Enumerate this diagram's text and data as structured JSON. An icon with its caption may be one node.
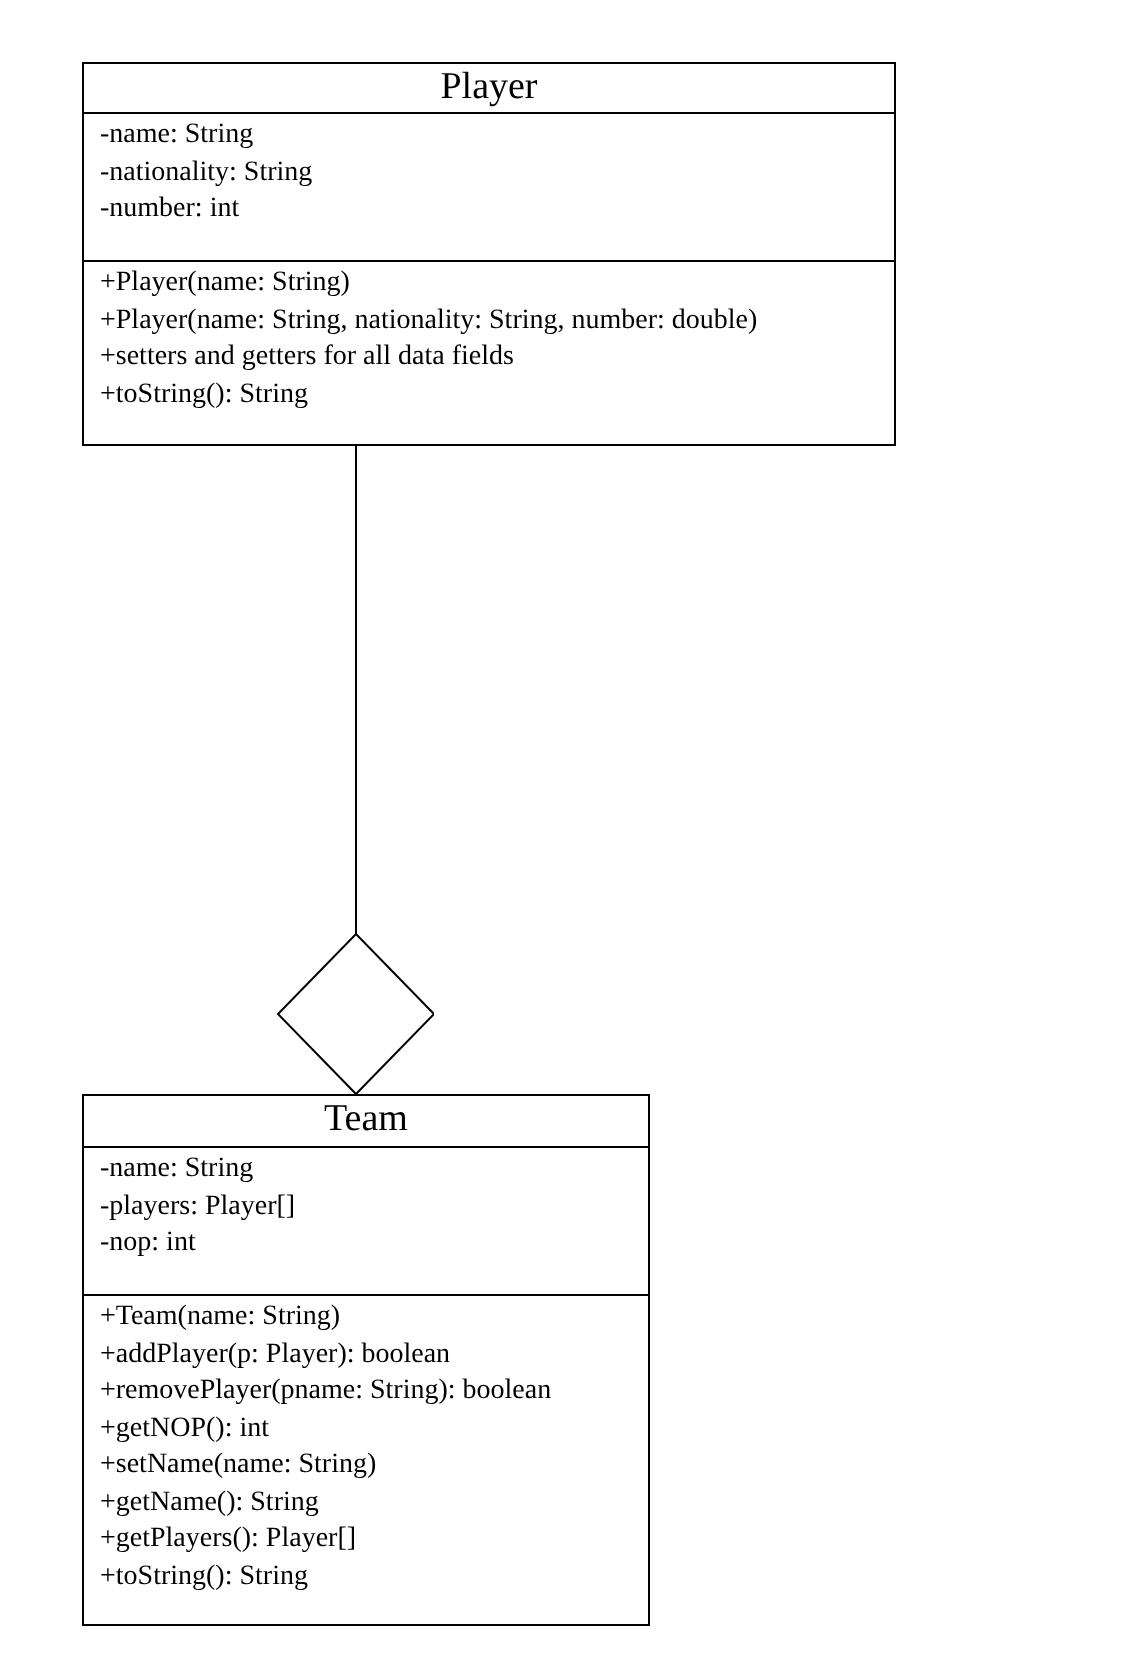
{
  "diagram": {
    "nodes": [
      {
        "text": [
          "Player"
        ]
      },
      {
        "text": [
          "-name: String",
          "-nationality: String",
          "-number: int"
        ],
        "in": 0
      },
      {
        "text": [
          "+Player(name: String)",
          "+Player(name: String, nationality: String, number: double)",
          "+setters and getters for all data fields",
          "+toString(): String"
        ],
        "in": 0
      },
      {
        "text": [
          "Team"
        ]
      },
      {
        "text": [
          "-name: String",
          "-players: Player[]",
          "-nop: int"
        ],
        "in": 3
      },
      {
        "text": [
          "+Team(name: String)",
          "+addPlayer(p: Player): boolean",
          "+removePlayer(pname: String): boolean",
          "+getNOP(): int",
          "+setName(name: String)",
          "+getName(): String",
          "+getPlayers(): Player[]",
          "+toString(): String"
        ],
        "in": 3
      }
    ],
    "edges": [
      {
        "from": 0,
        "to": 3,
        "arrow": "other"
      }
    ]
  }
}
